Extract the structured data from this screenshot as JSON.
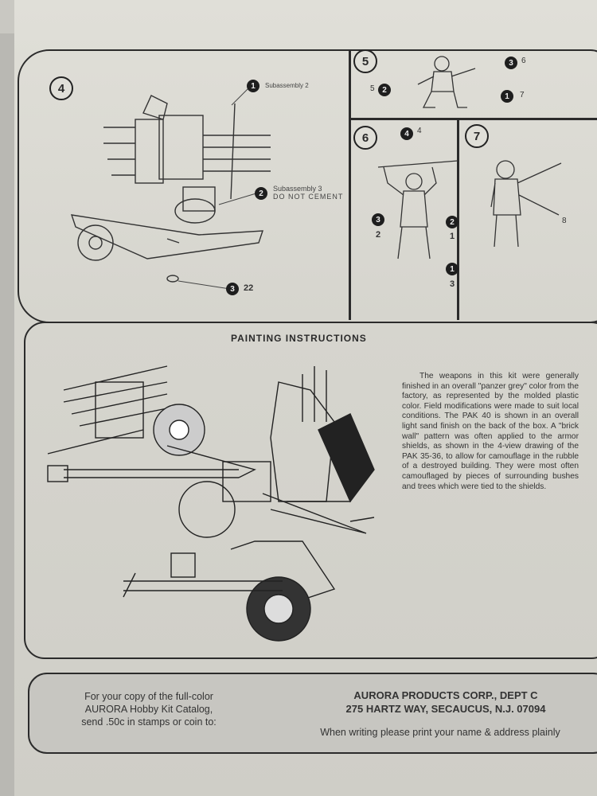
{
  "step4": {
    "number": "4",
    "callouts": [
      {
        "num": "1",
        "text": "Subassembly 2"
      },
      {
        "num": "2",
        "text": "Subassembly 3",
        "text2": "DO NOT CEMENT"
      },
      {
        "num": "3",
        "text": "22"
      }
    ]
  },
  "step5": {
    "number": "5",
    "callouts": [
      {
        "num": "3",
        "text": "6"
      },
      {
        "num": "2",
        "text": "5"
      },
      {
        "num": "1",
        "text": "7"
      }
    ]
  },
  "step6": {
    "number": "6",
    "callouts": [
      {
        "num": "4",
        "text": "4"
      },
      {
        "num": "3",
        "text": "2"
      },
      {
        "num": "2",
        "text": "1"
      },
      {
        "num": "1",
        "text": "3"
      }
    ]
  },
  "step7": {
    "number": "7",
    "part": "8"
  },
  "painting": {
    "title": "PAINTING INSTRUCTIONS",
    "text": "The weapons in this kit were generally finished in an overall \"panzer grey\" color from the factory, as represented by the molded plastic color. Field modifications were made to suit local conditions. The PAK 40 is shown in an overall light sand finish on the back of the box. A \"brick wall\" pattern was often applied to the armor shields, as shown in the 4-view drawing of the PAK 35-36, to allow for camouflage in the rubble of a destroyed building. They were most often camouflaged by pieces of surrounding bushes and trees which were tied to the shields."
  },
  "footer": {
    "catalog_lines": [
      "For your copy of the full-color",
      "AURORA Hobby Kit Catalog,",
      "send .50c in stamps or coin to:"
    ],
    "address_lines": [
      "AURORA PRODUCTS CORP., DEPT C",
      "275 HARTZ WAY, SECAUCUS, N.J. 07094"
    ],
    "note": "When writing please print your name & address plainly"
  }
}
